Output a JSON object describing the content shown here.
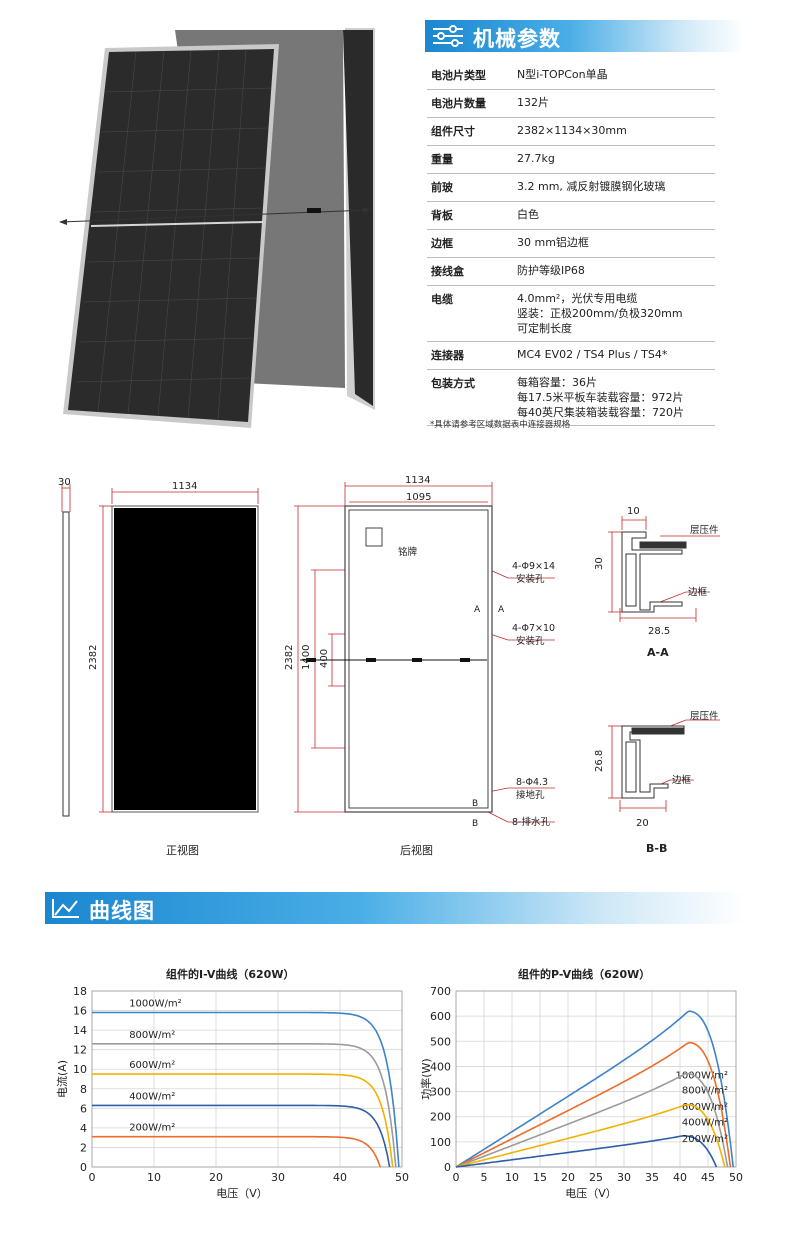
{
  "mech_section": {
    "title": "机械参数"
  },
  "specs": [
    {
      "key": "电池片类型",
      "values": [
        "N型i-TOPCon单晶"
      ]
    },
    {
      "key": "电池片数量",
      "values": [
        "132片"
      ]
    },
    {
      "key": "组件尺寸",
      "values": [
        "2382×1134×30mm"
      ]
    },
    {
      "key": "重量",
      "values": [
        "27.7kg"
      ]
    },
    {
      "key": "前玻",
      "values": [
        "3.2 mm, 减反射镀膜钢化玻璃"
      ]
    },
    {
      "key": "背板",
      "values": [
        "白色"
      ]
    },
    {
      "key": "边框",
      "values": [
        "30 mm铝边框"
      ]
    },
    {
      "key": "接线盒",
      "values": [
        "防护等级IP68"
      ]
    },
    {
      "key": "电缆",
      "values": [
        "4.0mm²，光伏专用电缆",
        "竖装：正极200mm/负极320mm",
        "可定制长度"
      ]
    },
    {
      "key": "连接器",
      "values": [
        "MC4 EV02 / TS4 Plus / TS4*"
      ]
    },
    {
      "key": "包装方式",
      "values": [
        "每箱容量：36片",
        "每17.5米平板车装载容量：972片",
        "每40英尺集装箱装载容量：720片"
      ]
    }
  ],
  "footnote": "*具体请参考区域数据表中连接器规格",
  "drawing": {
    "side_thickness": "30",
    "front_width": "1134",
    "front_height": "2382",
    "front_caption": "正视图",
    "back_width": "1134",
    "back_inner_width": "1095",
    "back_height": "2382",
    "back_mount_span": "1400",
    "back_mount_inner": "400",
    "nameplate": "铭牌",
    "hole1_spec": "4-Φ9×14",
    "hole1_name": "安装孔",
    "hole2_spec": "4-Φ7×10",
    "hole2_name": "安装孔",
    "ground_spec": "8-Φ4.3",
    "ground_name": "接地孔",
    "drain": "8-排水孔",
    "section_a_mark": "A",
    "section_b_mark": "B",
    "back_caption": "后视图",
    "aa_width_top": "10",
    "aa_height": "30",
    "aa_width": "28.5",
    "aa_laminate": "层压件",
    "aa_frame": "边框",
    "aa_caption": "A-A",
    "bb_height": "26.8",
    "bb_width": "20",
    "bb_laminate": "层压件",
    "bb_frame": "边框",
    "bb_caption": "B-B"
  },
  "curve_section": {
    "title": "曲线图"
  },
  "chart_data": [
    {
      "type": "line",
      "title": "组件的I-V曲线（620W）",
      "xlabel": "电压（V）",
      "ylabel": "电流(A)",
      "xlim": [
        0,
        50
      ],
      "ylim": [
        0,
        18
      ],
      "xticks": [
        0,
        10,
        20,
        30,
        40,
        50
      ],
      "yticks": [
        0,
        2,
        4,
        6,
        8,
        10,
        12,
        14,
        16,
        18
      ],
      "grid": true,
      "series": [
        {
          "name": "1000W/m²",
          "color": "#3d83c6",
          "isc": 15.8,
          "voc": 49.5
        },
        {
          "name": "800W/m²",
          "color": "#9b9b9b",
          "isc": 12.6,
          "voc": 49.0
        },
        {
          "name": "600W/m²",
          "color": "#f2b200",
          "isc": 9.5,
          "voc": 48.5
        },
        {
          "name": "400W/m²",
          "color": "#2e5ea8",
          "isc": 6.3,
          "voc": 48.0
        },
        {
          "name": "200W/m²",
          "color": "#ed6c27",
          "isc": 3.1,
          "voc": 46.5
        }
      ]
    },
    {
      "type": "line",
      "title": "组件的P-V曲线（620W）",
      "xlabel": "电压（V）",
      "ylabel": "功率(W)",
      "xlim": [
        0,
        50
      ],
      "ylim": [
        0,
        700
      ],
      "xticks": [
        0,
        5,
        10,
        15,
        20,
        25,
        30,
        35,
        40,
        45,
        50
      ],
      "yticks": [
        0,
        100,
        200,
        300,
        400,
        500,
        600,
        700
      ],
      "grid": true,
      "series": [
        {
          "name": "1000W/m²",
          "color": "#3d83c6",
          "pmax": 620,
          "vmp": 41.5,
          "voc": 49.5
        },
        {
          "name": "800W/m²",
          "color": "#ed6c27",
          "pmax": 495,
          "vmp": 41.5,
          "voc": 49.0
        },
        {
          "name": "600W/m²",
          "color": "#9b9b9b",
          "pmax": 372,
          "vmp": 41.0,
          "voc": 48.5
        },
        {
          "name": "400W/m²",
          "color": "#f2b200",
          "pmax": 248,
          "vmp": 41.0,
          "voc": 48.0
        },
        {
          "name": "200W/m²",
          "color": "#2e5ea8",
          "pmax": 124,
          "vmp": 40.5,
          "voc": 46.5
        }
      ]
    }
  ]
}
